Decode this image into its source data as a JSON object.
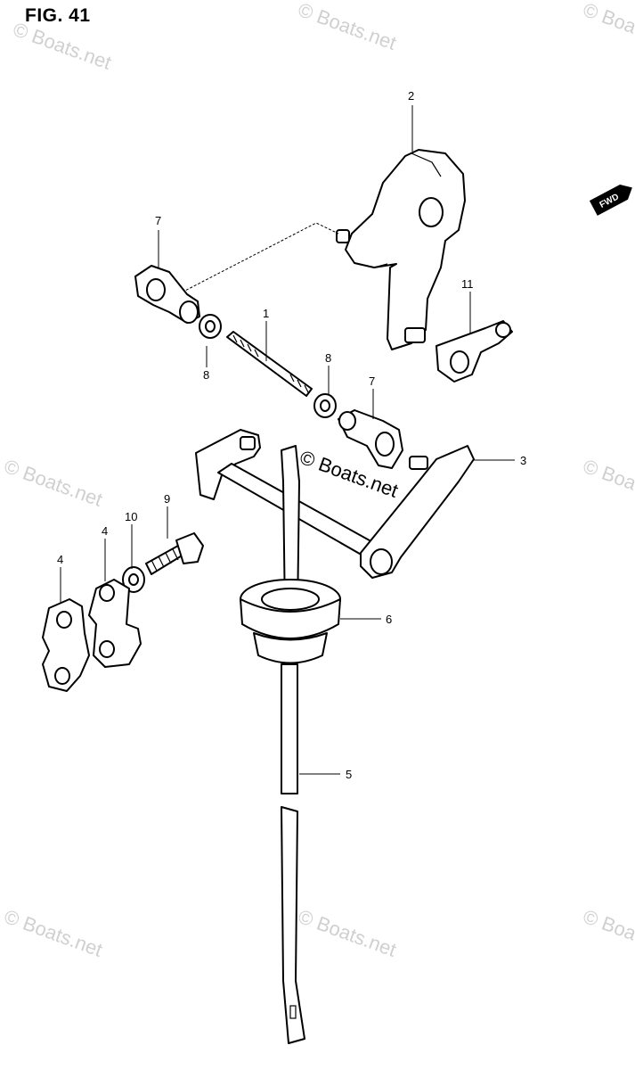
{
  "figure": {
    "title": "FIG. 41"
  },
  "watermark": {
    "text": "© Boats.net",
    "color": "#d0d0d0"
  },
  "direction_badge": {
    "label": "FWD",
    "icon": "forward-arrow-icon"
  },
  "callouts": {
    "c1": "1",
    "c2": "2",
    "c3": "3",
    "c4a": "4",
    "c4b": "4",
    "c5": "5",
    "c6": "6",
    "c7a": "7",
    "c7b": "7",
    "c8a": "8",
    "c8b": "8",
    "c9": "9",
    "c10": "10",
    "c11": "11"
  }
}
